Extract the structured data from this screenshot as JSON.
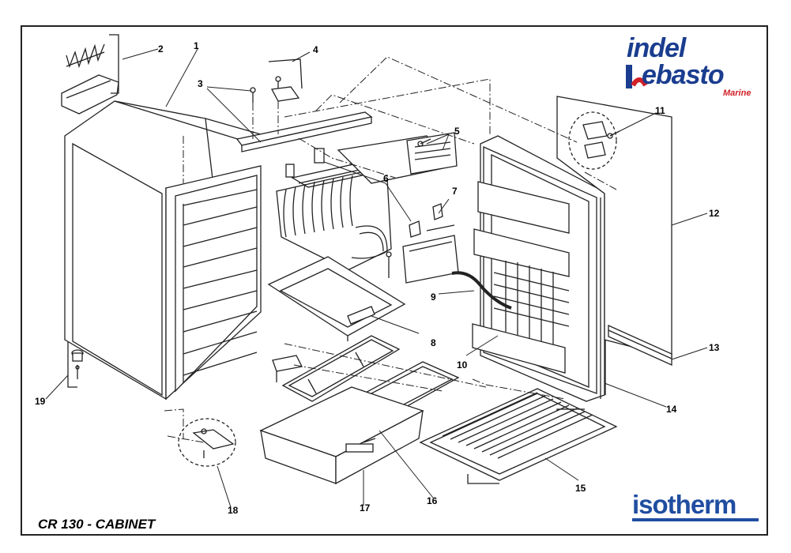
{
  "title": "CR 130 - CABINET",
  "brand": {
    "indel": "indel",
    "webasto": "ebasto",
    "marine": "Marine",
    "isotherm": "isotherm",
    "brand_blue": "#1a3d8f",
    "brand_red": "#d12027"
  },
  "callouts": {
    "c1": "1",
    "c2": "2",
    "c3": "3",
    "c4": "4",
    "c5": "5",
    "c6": "6",
    "c7": "7",
    "c8": "8",
    "c9": "9",
    "c10": "10",
    "c11": "11",
    "c12": "12",
    "c13": "13",
    "c14": "14",
    "c15": "15",
    "c16": "16",
    "c17": "17",
    "c18": "18",
    "c19": "19"
  }
}
